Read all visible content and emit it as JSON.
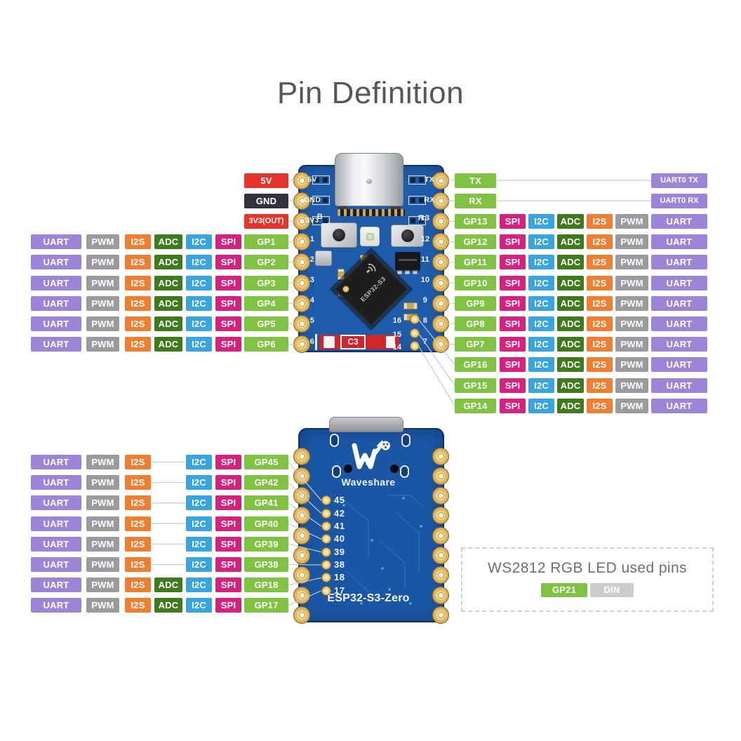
{
  "title": "Pin Definition",
  "colors": {
    "uart": "#9c84d6",
    "pwm": "#9b9b9f",
    "i2s": "#ee7e31",
    "adc": "#3f7a1d",
    "i2c": "#38a5de",
    "spi": "#d6217e",
    "gp": "#80c342",
    "power": "#e4342b",
    "gnd": "#32333f",
    "din": "#cbcccd",
    "board": "#1e5cab",
    "board_back": "#1b56a4",
    "line": "#c8cbcd",
    "title_text": "#55575b",
    "ws_text": "#6d6f72"
  },
  "top_left": {
    "power_rows": [
      {
        "label": "5V",
        "type": "power"
      },
      {
        "label": "GND",
        "type": "gnd"
      },
      {
        "label": "3V3(OUT)",
        "type": "power"
      }
    ],
    "gpio_rows": [
      {
        "pin": "GP1",
        "tags": [
          "UART",
          "PWM",
          "I2S",
          "ADC",
          "I2C",
          "SPI"
        ]
      },
      {
        "pin": "GP2",
        "tags": [
          "UART",
          "PWM",
          "I2S",
          "ADC",
          "I2C",
          "SPI"
        ]
      },
      {
        "pin": "GP3",
        "tags": [
          "UART",
          "PWM",
          "I2S",
          "ADC",
          "I2C",
          "SPI"
        ]
      },
      {
        "pin": "GP4",
        "tags": [
          "UART",
          "PWM",
          "I2S",
          "ADC",
          "I2C",
          "SPI"
        ]
      },
      {
        "pin": "GP5",
        "tags": [
          "UART",
          "PWM",
          "I2S",
          "ADC",
          "I2C",
          "SPI"
        ]
      },
      {
        "pin": "GP6",
        "tags": [
          "UART",
          "PWM",
          "I2S",
          "ADC",
          "I2C",
          "SPI"
        ]
      }
    ]
  },
  "top_right": {
    "uart_rows": [
      {
        "pin": "TX",
        "mapped": "UART0 TX"
      },
      {
        "pin": "RX",
        "mapped": "UART0 RX"
      }
    ],
    "gpio_rows": [
      {
        "pin": "GP13",
        "tags": [
          "SPI",
          "I2C",
          "ADC",
          "I2S",
          "PWM",
          "UART"
        ]
      },
      {
        "pin": "GP12",
        "tags": [
          "SPI",
          "I2C",
          "ADC",
          "I2S",
          "PWM",
          "UART"
        ]
      },
      {
        "pin": "GP11",
        "tags": [
          "SPI",
          "I2C",
          "ADC",
          "I2S",
          "PWM",
          "UART"
        ]
      },
      {
        "pin": "GP10",
        "tags": [
          "SPI",
          "I2C",
          "ADC",
          "I2S",
          "PWM",
          "UART"
        ]
      },
      {
        "pin": "GP9",
        "tags": [
          "SPI",
          "I2C",
          "ADC",
          "I2S",
          "PWM",
          "UART"
        ]
      },
      {
        "pin": "GP8",
        "tags": [
          "SPI",
          "I2C",
          "ADC",
          "I2S",
          "PWM",
          "UART"
        ]
      },
      {
        "pin": "GP7",
        "tags": [
          "SPI",
          "I2C",
          "ADC",
          "I2S",
          "PWM",
          "UART"
        ]
      },
      {
        "pin": "GP16",
        "tags": [
          "SPI",
          "I2C",
          "ADC",
          "I2S",
          "PWM",
          "UART"
        ]
      },
      {
        "pin": "GP15",
        "tags": [
          "SPI",
          "I2C",
          "ADC",
          "I2S",
          "PWM",
          "UART"
        ]
      },
      {
        "pin": "GP14",
        "tags": [
          "SPI",
          "I2C",
          "ADC",
          "I2S",
          "PWM",
          "UART"
        ]
      }
    ]
  },
  "bottom_left": {
    "gpio_rows": [
      {
        "pin": "GP45",
        "adc": false,
        "tags_left": [
          "UART",
          "PWM",
          "I2S"
        ],
        "tags_right": [
          "I2C",
          "SPI"
        ]
      },
      {
        "pin": "GP42",
        "adc": false,
        "tags_left": [
          "UART",
          "PWM",
          "I2S"
        ],
        "tags_right": [
          "I2C",
          "SPI"
        ]
      },
      {
        "pin": "GP41",
        "adc": false,
        "tags_left": [
          "UART",
          "PWM",
          "I2S"
        ],
        "tags_right": [
          "I2C",
          "SPI"
        ]
      },
      {
        "pin": "GP40",
        "adc": false,
        "tags_left": [
          "UART",
          "PWM",
          "I2S"
        ],
        "tags_right": [
          "I2C",
          "SPI"
        ]
      },
      {
        "pin": "GP39",
        "adc": false,
        "tags_left": [
          "UART",
          "PWM",
          "I2S"
        ],
        "tags_right": [
          "I2C",
          "SPI"
        ]
      },
      {
        "pin": "GP38",
        "adc": false,
        "tags_left": [
          "UART",
          "PWM",
          "I2S"
        ],
        "tags_right": [
          "I2C",
          "SPI"
        ]
      },
      {
        "pin": "GP18",
        "adc": true,
        "tags_left": [
          "UART",
          "PWM",
          "I2S"
        ],
        "tags_right": [
          "I2C",
          "SPI"
        ]
      },
      {
        "pin": "GP17",
        "adc": true,
        "tags_left": [
          "UART",
          "PWM",
          "I2S"
        ],
        "tags_right": [
          "I2C",
          "SPI"
        ]
      }
    ]
  },
  "board_front": {
    "silk_left": [
      "5V",
      "GND",
      "3V3"
    ],
    "silk_left_numbers": [
      "1",
      "2",
      "3",
      "4",
      "5",
      "6"
    ],
    "silk_right": [
      "TX",
      "RX"
    ],
    "silk_right_numbers": [
      "13",
      "12",
      "11",
      "10",
      "9",
      "8",
      "7"
    ],
    "button_left": "B",
    "button_right": "R",
    "inner_pad_numbers": [
      "16",
      "15",
      "14"
    ],
    "chip_text": "ESP32-S3",
    "sticker": "C3"
  },
  "board_back": {
    "brand": "Waveshare",
    "model": "ESP32-S3-Zero",
    "pad_numbers": [
      "45",
      "42",
      "41",
      "40",
      "39",
      "38",
      "18",
      "17"
    ]
  },
  "ws2812": {
    "title": "WS2812 RGB LED used pins",
    "pins": [
      {
        "label": "GP21",
        "type": "gp"
      },
      {
        "label": "DIN",
        "type": "din"
      }
    ]
  }
}
